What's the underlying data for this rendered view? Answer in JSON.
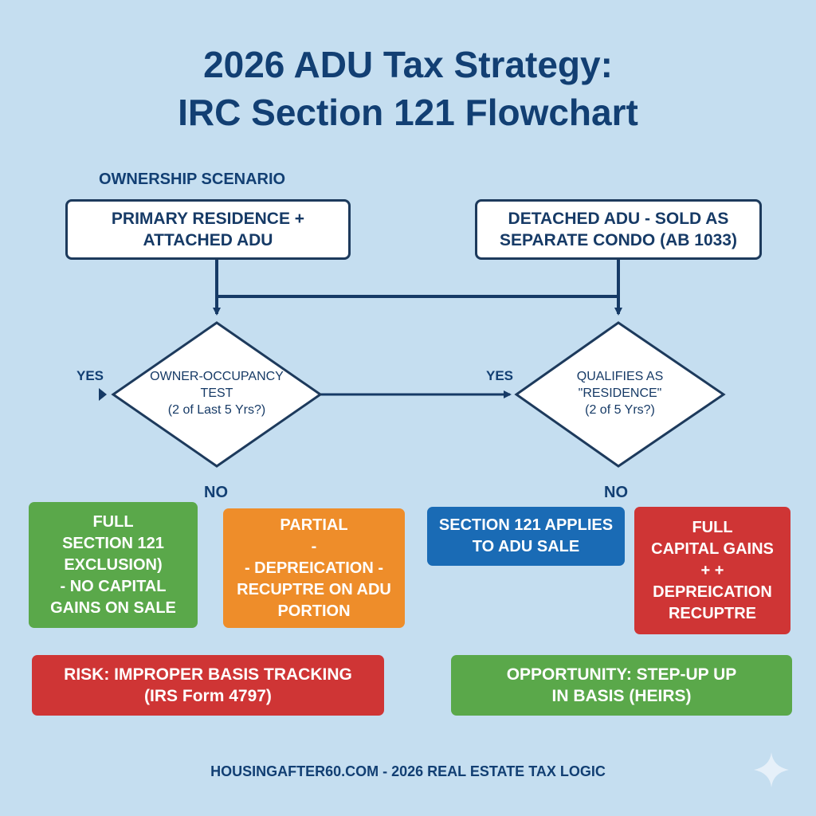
{
  "title": {
    "line1": "2026 ADU Tax Strategy:",
    "line2": "IRC Section 121 Flowchart"
  },
  "section_label": "OWNERSHIP SCENARIO",
  "scenarios": {
    "left": {
      "line1": "PRIMARY RESIDENCE +",
      "line2": "ATTACHED ADU"
    },
    "right": {
      "line1": "DETACHED ADU - SOLD AS",
      "line2": "SEPARATE CONDO (AB 1033)"
    }
  },
  "decisions": {
    "left": {
      "line1": "OWNER-OCCUPANCY",
      "line2": "TEST",
      "line3": "(2 of Last 5 Yrs?)"
    },
    "right": {
      "line1": "QUALIFIES AS",
      "line2": "\"RESIDENCE\"",
      "line3": "(2 of 5 Yrs?)"
    }
  },
  "branch_labels": {
    "yes_left": "YES",
    "yes_right": "YES",
    "no_left": "NO",
    "no_right": "NO"
  },
  "outcomes": {
    "full_exclusion": {
      "lines": [
        "FULL",
        "SECTION 121",
        "EXCLUSION)",
        "- NO CAPITAL",
        "GAINS ON SALE"
      ]
    },
    "partial": {
      "lines": [
        "PARTIAL",
        "-",
        "- DEPREICATION -",
        "RECUPTRE ON ADU",
        "PORTION"
      ]
    },
    "section121_applies": {
      "lines": [
        "SECTION 121 APPLIES",
        "TO ADU SALE"
      ]
    },
    "full_capital_gains": {
      "lines": [
        "FULL",
        "CAPITAL GAINS",
        "+   +",
        "DEPREICATION",
        "RECUPTRE"
      ]
    }
  },
  "callouts": {
    "risk": {
      "line1": "RISK: IMPROPER BASIS TRACKING",
      "line2": "(IRS Form 4797)"
    },
    "opportunity": {
      "line1": "OPPORTUNITY: STEP-UP UP",
      "line2": "IN BASIS (HEIRS)"
    }
  },
  "footer": "HOUSINGAFTER60.COM - 2026 REAL ESTATE TAX LOGIC",
  "colors": {
    "background": "#c5def0",
    "navy": "#123f73",
    "green": "#5aa84a",
    "orange": "#ee8d2a",
    "blue": "#1a6bb5",
    "red": "#cf3535"
  },
  "icons": {
    "sparkle": "sparkle-icon"
  }
}
